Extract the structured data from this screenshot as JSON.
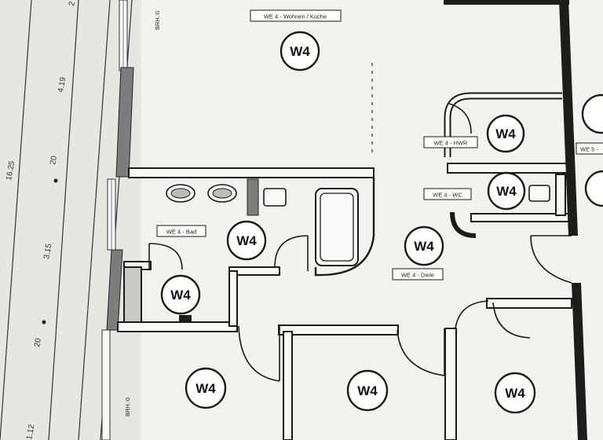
{
  "drawing": {
    "brh_top": "BRH.:0",
    "brh_bottom": "BRH.:0",
    "dimensions": [
      "16.25",
      "4.19",
      "20",
      "3.15",
      "20",
      "1.12",
      "2"
    ],
    "room_marker": "W4",
    "labels": {
      "wohnen_kueche": "WE 4 - Wohnen / Küche",
      "hwr": "WE 4 - HWR",
      "wc": "WE 4 - WC",
      "bad": "WE 4 - Bad",
      "diele": "WE 4 - Diele",
      "we5": "WE 5 -"
    },
    "colors": {
      "wall": "#7d7d7d",
      "line": "#1a1a1a",
      "paper": "#f4f4f2"
    }
  }
}
